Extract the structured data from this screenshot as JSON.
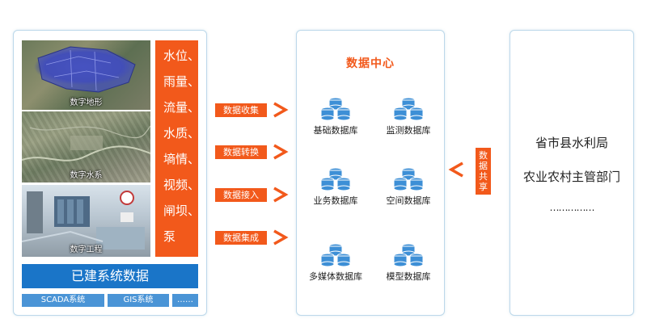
{
  "left_panel": {
    "tiles": [
      {
        "id": "terrain",
        "label": "数字地形"
      },
      {
        "id": "water",
        "label": "数字水系"
      },
      {
        "id": "engineering",
        "label": "数字工程"
      }
    ],
    "data_types": [
      "水位、",
      "雨量、",
      "流量、",
      "水质、",
      "墒情、",
      "视频、",
      "闸坝、",
      "泵"
    ],
    "built_system_data": "已建系统数据",
    "systems": [
      "SCADA系统",
      "GIS系统",
      "……"
    ]
  },
  "flow_steps": [
    "数据收集",
    "数据转换",
    "数据接入",
    "数据集成"
  ],
  "data_center": {
    "title": "数据中心",
    "databases": [
      "基础数据库",
      "监测数据库",
      "业务数据库",
      "空间数据库",
      "多媒体数据库",
      "模型数据库"
    ]
  },
  "share": {
    "label_lines": [
      "数据",
      "共享"
    ]
  },
  "departments": {
    "items": [
      "省市县水利局",
      "农业农村主管部门",
      "……………"
    ]
  },
  "colors": {
    "accent_orange": "#f2591b",
    "primary_blue": "#1a75c8",
    "tab_blue": "#4a94d6",
    "db_icon_blue": "#3d8fd6"
  }
}
